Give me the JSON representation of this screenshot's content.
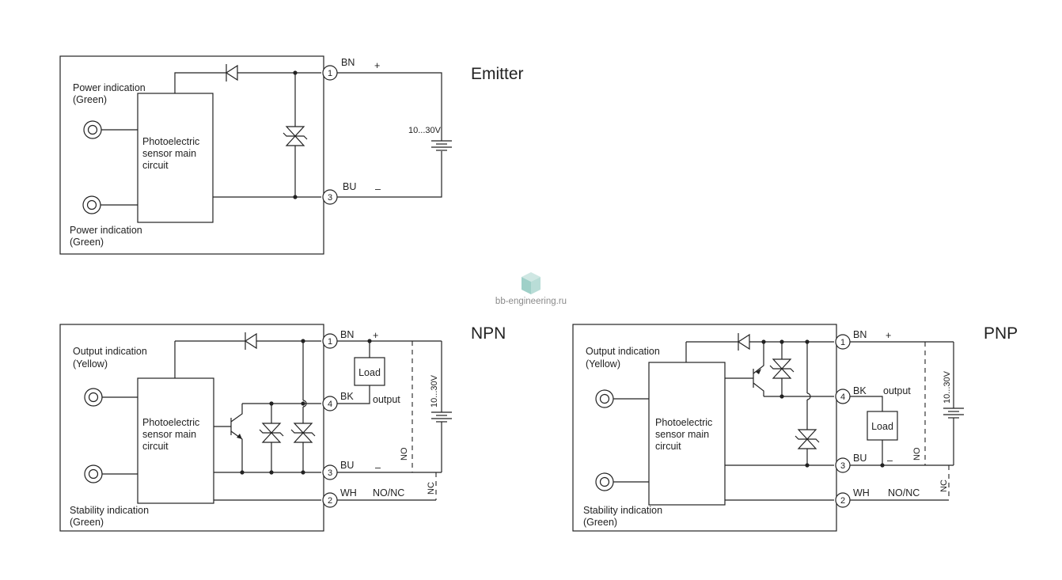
{
  "watermark": {
    "text": "bb-engineering.ru"
  },
  "emitter": {
    "title": "Emitter",
    "ind_top_1": "Power indication",
    "ind_top_2": "(Green)",
    "ind_bot_1": "Power indication",
    "ind_bot_2": "(Green)",
    "main_1": "Photoelectric",
    "main_2": "sensor main",
    "main_3": "circuit",
    "t1": "1",
    "t3": "3",
    "bn": "BN",
    "bu": "BU",
    "plus": "+",
    "minus": "–",
    "voltage": "10...30V"
  },
  "npn": {
    "title": "NPN",
    "ind_top_1": "Output indication",
    "ind_top_2": "(Yellow)",
    "ind_bot_1": "Stability indication",
    "ind_bot_2": "(Green)",
    "main_1": "Photoelectric",
    "main_2": "sensor main",
    "main_3": "circuit",
    "t1": "1",
    "t4": "4",
    "t3": "3",
    "t2": "2",
    "bn": "BN",
    "bk": "BK",
    "bu": "BU",
    "wh": "WH",
    "plus": "+",
    "minus": "–",
    "load": "Load",
    "output": "output",
    "nonc": "NO/NC",
    "no": "NO",
    "nc": "NC",
    "voltage": "10...30V"
  },
  "pnp": {
    "title": "PNP",
    "ind_top_1": "Output indication",
    "ind_top_2": "(Yellow)",
    "ind_bot_1": "Stability indication",
    "ind_bot_2": "(Green)",
    "main_1": "Photoelectric",
    "main_2": "sensor main",
    "main_3": "circuit",
    "t1": "1",
    "t4": "4",
    "t3": "3",
    "t2": "2",
    "bn": "BN",
    "bk": "BK",
    "bu": "BU",
    "wh": "WH",
    "plus": "+",
    "minus": "–",
    "load": "Load",
    "output": "output",
    "nonc": "NO/NC",
    "no": "NO",
    "nc": "NC",
    "voltage": "10...30V"
  }
}
